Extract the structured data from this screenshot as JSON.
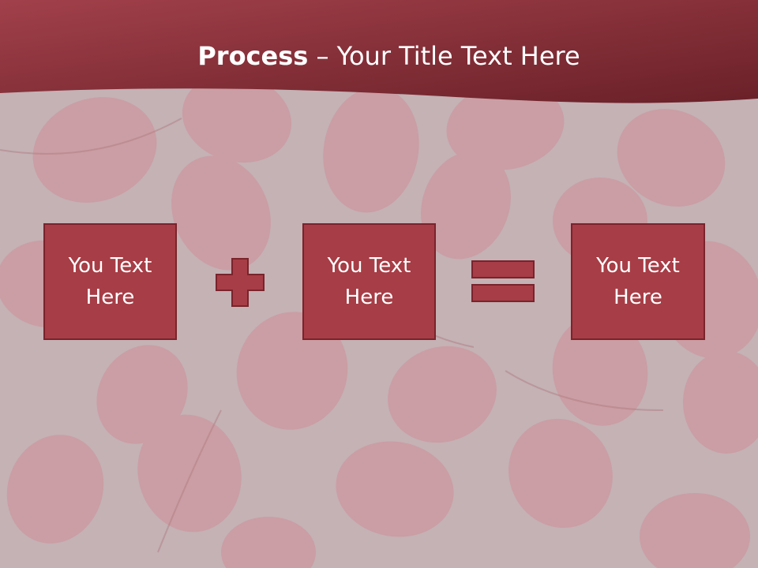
{
  "slide": {
    "title_bold": "Process",
    "title_rest": " – Your Title Text Here"
  },
  "boxes": [
    {
      "text": "You Text Here"
    },
    {
      "text": "You Text Here"
    },
    {
      "text": "You Text Here"
    }
  ],
  "operators": [
    "plus-icon",
    "equals-icon"
  ],
  "colors": {
    "header": "#8f2d36",
    "box_fill": "#a73d46",
    "box_border": "#7a232b",
    "background": "#c8b7ba"
  }
}
